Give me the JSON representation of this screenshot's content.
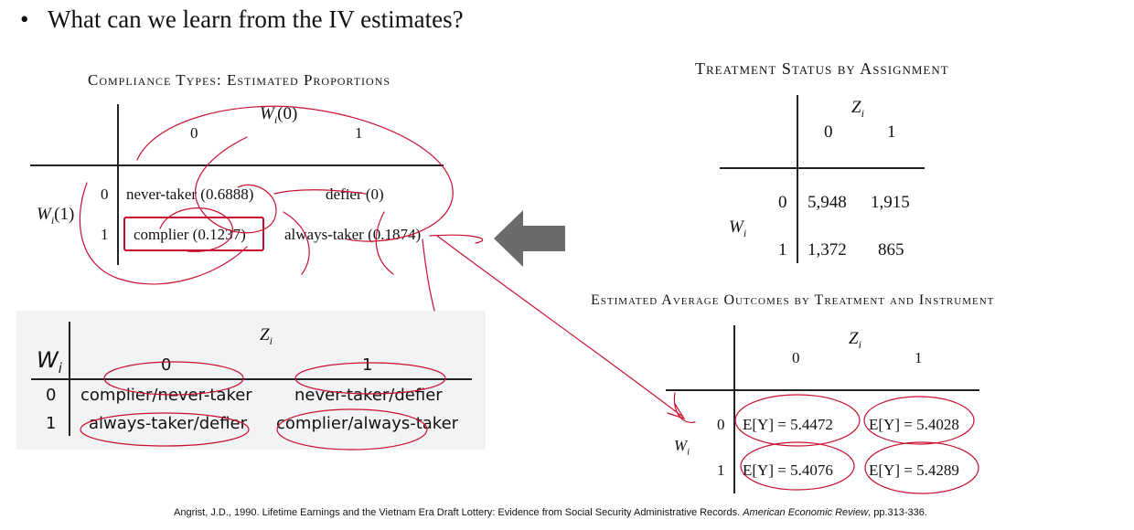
{
  "bullet": {
    "symbol": "•",
    "text": "What can we learn from the IV estimates?"
  },
  "compliance_types": {
    "title": "Compliance Types: Estimated Proportions",
    "col_header": "W",
    "col_header_sub": "i",
    "col_header_arg": "(0)",
    "col_0": "0",
    "col_1": "1",
    "row_header": "W",
    "row_header_sub": "i",
    "row_header_arg": "(1)",
    "row_0": "0",
    "row_1": "1",
    "cells": {
      "r0c0": "never-taker (0.6888)",
      "r0c1": "defier (0)",
      "r1c0": "complier (0.1237)",
      "r1c1": "always-taker (0.1874)"
    }
  },
  "treatment_status": {
    "title": "Treatment Status by Assignment",
    "col_header": "Z",
    "col_header_sub": "i",
    "col_0": "0",
    "col_1": "1",
    "row_header": "W",
    "row_header_sub": "i",
    "row_0": "0",
    "row_1": "1",
    "cells": {
      "r0c0": "5,948",
      "r0c1": "1,915",
      "r1c0": "1,372",
      "r1c1": "865"
    }
  },
  "type_table": {
    "col_header": "Z",
    "col_header_sub": "i",
    "row_header": "W",
    "row_header_sub": "i",
    "col_0": "0",
    "col_1": "1",
    "row_0": "0",
    "row_1": "1",
    "cells": {
      "r0c0": "complier/never-taker",
      "r0c1": "never-taker/defier",
      "r1c0": "always-taker/defier",
      "r1c1": "complier/always-taker"
    }
  },
  "avg_outcomes": {
    "title": "Estimated Average Outcomes by Treatment and Instrument",
    "col_header": "Z",
    "col_header_sub": "i",
    "col_0": "0",
    "col_1": "1",
    "row_header": "W",
    "row_header_sub": "i",
    "row_0": "0",
    "row_1": "1",
    "cell_prefix": "E[Y]",
    "cell_eq": " = ",
    "cells": {
      "r0c0": "5.4472",
      "r0c1": "5.4028",
      "r1c0": "5.4076",
      "r1c1": "5.4289"
    }
  },
  "citation": {
    "text": "Angrist, J.D., 1990. Lifetime Earnings and the Vietnam Era Draft Lottery: Evidence from Social Security Administrative Records.",
    "journal": "American Economic Review",
    "pages": ", pp.313-336."
  },
  "colors": {
    "ink": "#c8102e",
    "arrow": "#6b6b6b",
    "panel_bg": "#f2f3f5"
  }
}
